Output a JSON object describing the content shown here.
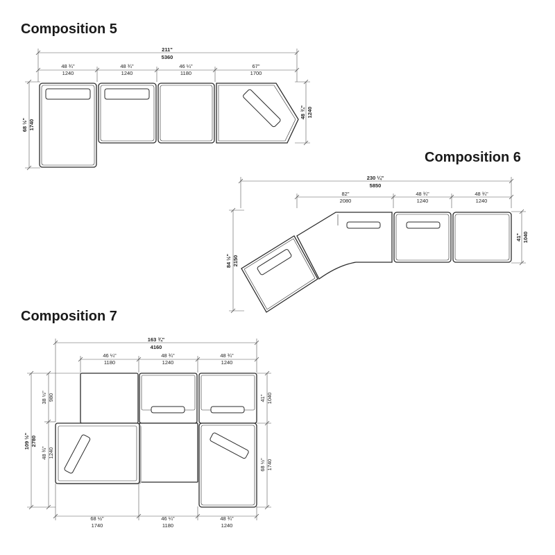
{
  "compositions": [
    {
      "title": "Composition 5",
      "overall": {
        "inch": "211\"",
        "mm": "5360"
      },
      "segments": [
        {
          "inch": "48 ¾\"",
          "mm": "1240"
        },
        {
          "inch": "48 ¾\"",
          "mm": "1240"
        },
        {
          "inch": "46 ¼\"",
          "mm": "1180"
        },
        {
          "inch": "67\"",
          "mm": "1700"
        }
      ],
      "left_depth": {
        "inch": "68 ½\"",
        "mm": "1740"
      },
      "right_depth": {
        "inch": "48 ¾\"",
        "mm": "1240"
      }
    },
    {
      "title": "Composition 6",
      "overall": {
        "inch": "230 ¼\"",
        "mm": "5850"
      },
      "segments": [
        {
          "inch": "82\"",
          "mm": "2080"
        },
        {
          "inch": "48 ¾\"",
          "mm": "1240"
        },
        {
          "inch": "48 ¾\"",
          "mm": "1240"
        }
      ],
      "left_depth": {
        "inch": "84 ½\"",
        "mm": "2150"
      },
      "right_depth": {
        "inch": "41\"",
        "mm": "1040"
      }
    },
    {
      "title": "Composition 7",
      "overall": {
        "inch": "163 ¾\"",
        "mm": "4160"
      },
      "top_segments": [
        {
          "inch": "46 ¼\"",
          "mm": "1180"
        },
        {
          "inch": "48 ¾\"",
          "mm": "1240"
        },
        {
          "inch": "48 ¾\"",
          "mm": "1240"
        }
      ],
      "bottom_segments": [
        {
          "inch": "68 ½\"",
          "mm": "1740"
        },
        {
          "inch": "46 ¼\"",
          "mm": "1180"
        },
        {
          "inch": "48 ¾\"",
          "mm": "1240"
        }
      ],
      "left_total": {
        "inch": "109 ½\"",
        "mm": "2780"
      },
      "left_upper": {
        "inch": "38 ½\"",
        "mm": "980"
      },
      "left_lower": {
        "inch": "48 ¾\"",
        "mm": "1240"
      },
      "right_upper": {
        "inch": "41\"",
        "mm": "1040"
      },
      "right_lower": {
        "inch": "68 ½\"",
        "mm": "1740"
      }
    }
  ]
}
